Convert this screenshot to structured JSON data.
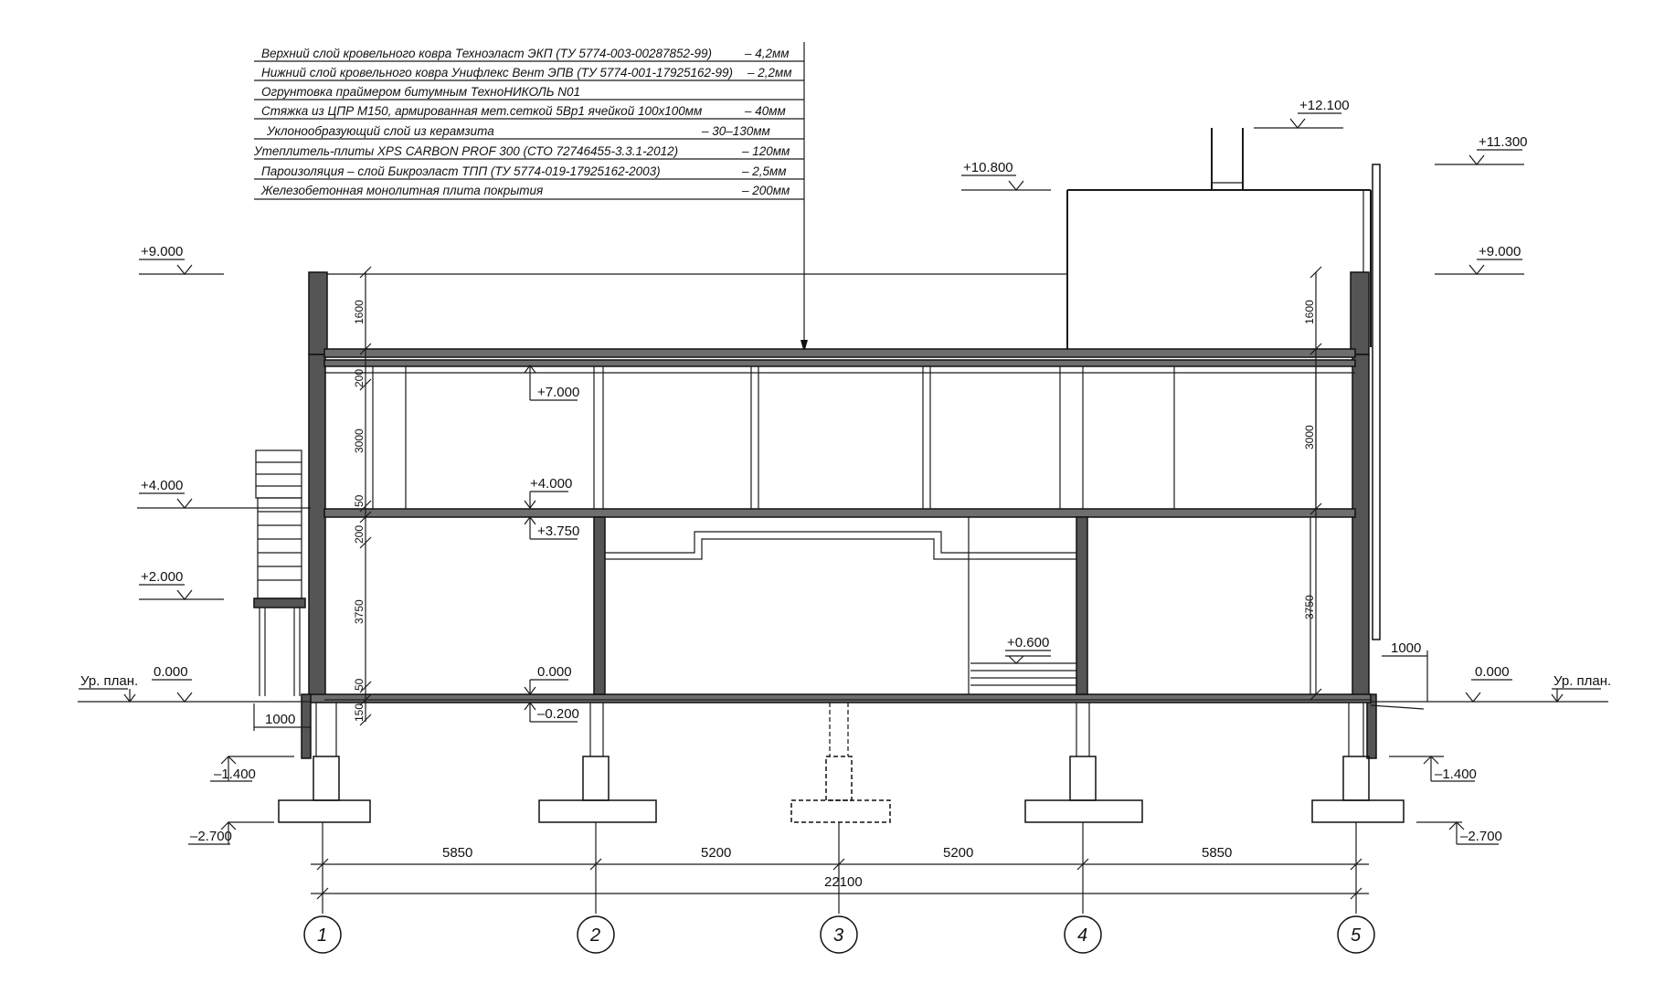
{
  "layers": [
    {
      "name": "Верхний слой кровельного ковра Техноэласт ЭКП (ТУ 5774-003-00287852-99)",
      "value": "– 4,2мм"
    },
    {
      "name": "Нижний слой кровельного ковра Унифлекс Вент ЭПВ (ТУ 5774-001-17925162-99)",
      "value": "– 2,2мм"
    },
    {
      "name": "Огрунтовка праймером битумным ТехноНИКОЛЬ N01",
      "value": ""
    },
    {
      "name": "Стяжка из ЦПР М150, армированная мет.сеткой 5Вр1 ячейкой 100х100мм",
      "value": "– 40мм"
    },
    {
      "name": "Уклонообразующий слой из керамзита",
      "value": "– 30–130мм"
    },
    {
      "name": "Утеплитель-плиты XPS CARBON PROF 300 (СТО 72746455-3.3.1-2012)",
      "value": "– 120мм"
    },
    {
      "name": "Пароизоляция – слой Бикроэласт ТПП (ТУ 5774-019-17925162-2003)",
      "value": "– 2,5мм"
    },
    {
      "name": "Железобетонная монолитная плита покрытия",
      "value": "– 200мм"
    }
  ],
  "levels": {
    "l_12100": "+12.100",
    "l_11300": "+11.300",
    "l_10800": "+10.800",
    "l_9000_left": "+9.000",
    "l_9000_right": "+9.000",
    "l_7000": "+7.000",
    "l_4000_left": "+4.000",
    "l_4000_mid": "+4.000",
    "l_3750": "+3.750",
    "l_2000": "+2.000",
    "l_0600": "+0.600",
    "l_0000_left": "0.000",
    "l_0000_mid": "0.000",
    "l_0000_right": "0.000",
    "l_m0200": "–0.200",
    "l_m1400_left": "–1.400",
    "l_m1400_right": "–1.400",
    "l_m2700_left": "–2.700",
    "l_m2700_right": "–2.700",
    "ground_left": "Ур. план.",
    "ground_right": "Ур. план."
  },
  "vertical_dims": {
    "left": [
      "1600",
      "200",
      "3000",
      "50",
      "200",
      "3750",
      "50",
      "150"
    ],
    "right": [
      "1600",
      "3000",
      "3750"
    ]
  },
  "misc_dims": {
    "stair_1000": "1000",
    "right_1000": "1000"
  },
  "spans": [
    "5850",
    "5200",
    "5200",
    "5850"
  ],
  "total_span": "22100",
  "axes": [
    "1",
    "2",
    "3",
    "4",
    "5"
  ]
}
